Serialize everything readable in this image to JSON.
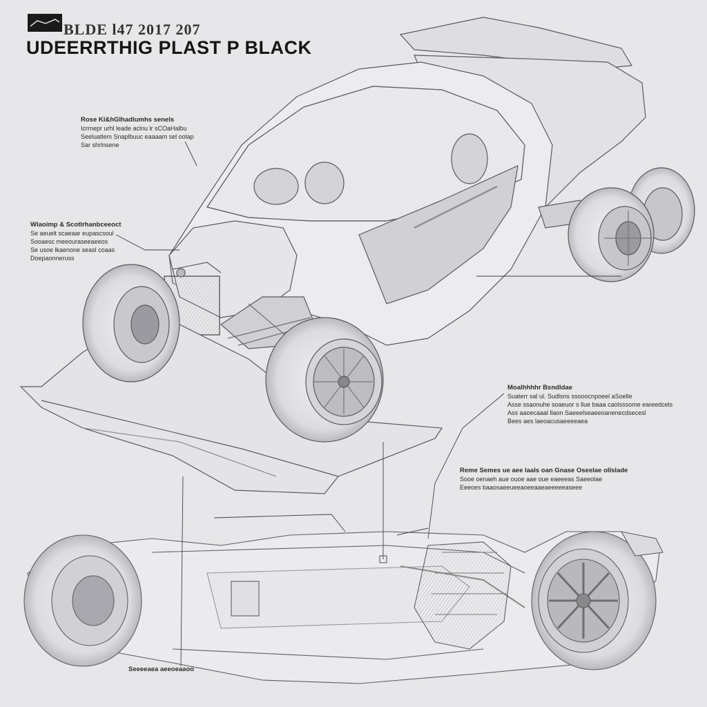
{
  "header": {
    "title_top": "BLDE  l47   2017  207",
    "title_main": "UDEERRTHIG PLAST P BLACK"
  },
  "annotations": {
    "a1": {
      "head": "Rose Kl&hGlhadlumhs senels",
      "lines": [
        "Icrrnepr urhl leade aclnu lr sCOaHalbu",
        "Seeluatlem Snaplbuuc eaaaam sel oolap",
        "Sar shrlnsene"
      ]
    },
    "a2": {
      "head": "Wlaoimp & Scotlrhanbceeoct",
      "lines": [
        "Se aeuelt scaeaar eupascsoul",
        "Sooaesc meeouraseeaeeos",
        "Se usoe lkaenone seasl coaas",
        "Doepaonneruss"
      ]
    },
    "a3": {
      "head": "Moalhhhhr Bsndldae",
      "lines": [
        "Suaterr sal ul. Sudlsns ssooocnpoeel aSoelle",
        "Asse ssaonuhe soaeuor s  llue baaa  caolsssome eareedcels",
        "Ass aaoecaaal llaon Saeeelseaeeoanenecdsecesl",
        "Bees aes laeoacusaeeeeaea"
      ]
    },
    "a4": {
      "head": "Reme Semes ue aee laals oan Gnase Oseelae ollslade",
      "lines": [
        "Sooe oenaeh aue ouoe aae oue eaeeeas Saeeolae",
        "Eeeoes baaosaeeueeaoeeaaeaeeeeeaseee"
      ]
    },
    "a5": {
      "head": "Seeeeaea aeeoeaaoo",
      "lines": []
    }
  },
  "colors": {
    "background": "#e7e7e9",
    "line": "#5a5a5e",
    "fill_light": "#f1f1f3",
    "fill_mid": "#d6d6da",
    "fill_dark": "#a9a9ae"
  }
}
